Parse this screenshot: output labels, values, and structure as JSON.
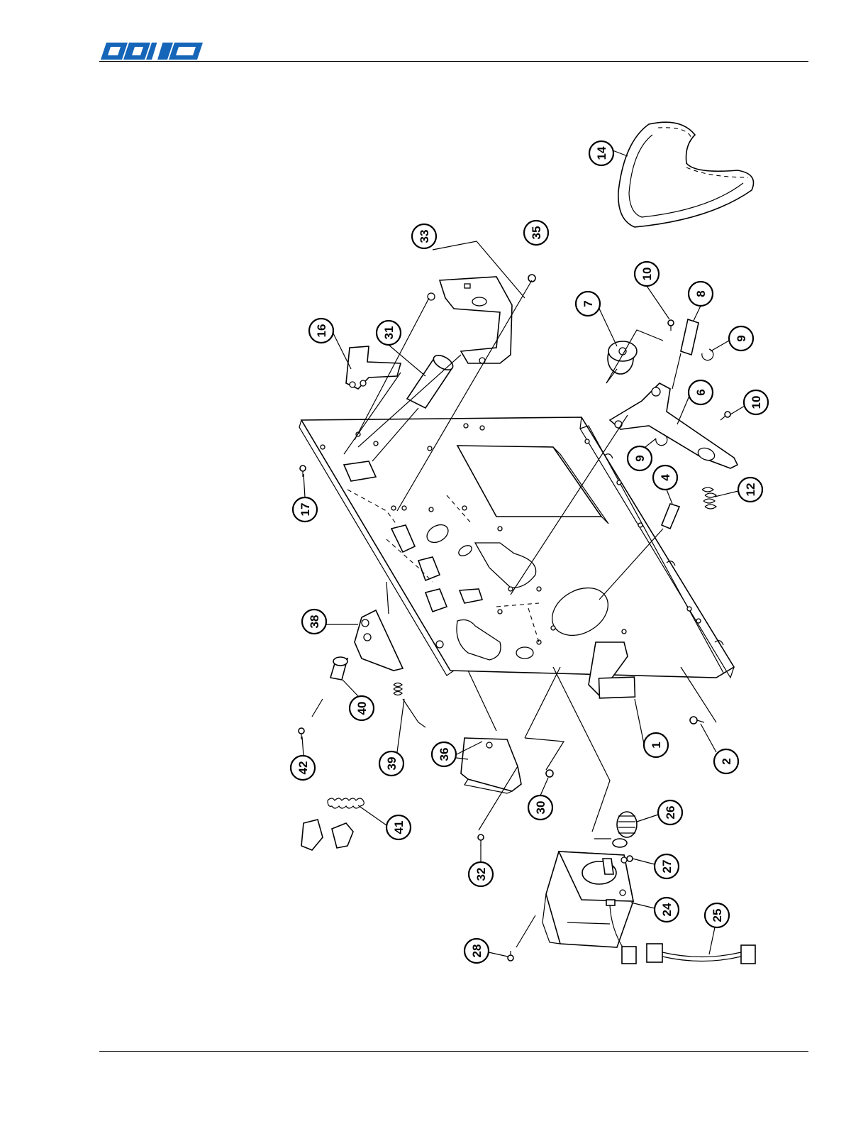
{
  "header": {
    "brand_logo": "SATO",
    "brand_color": "#1565b8"
  },
  "diagram": {
    "callouts": [
      "1",
      "2",
      "4",
      "6",
      "7",
      "8",
      "9",
      "9",
      "10",
      "10",
      "12",
      "14",
      "16",
      "17",
      "24",
      "25",
      "26",
      "27",
      "28",
      "30",
      "31",
      "32",
      "33",
      "35",
      "36",
      "38",
      "39",
      "40",
      "41",
      "42"
    ]
  }
}
